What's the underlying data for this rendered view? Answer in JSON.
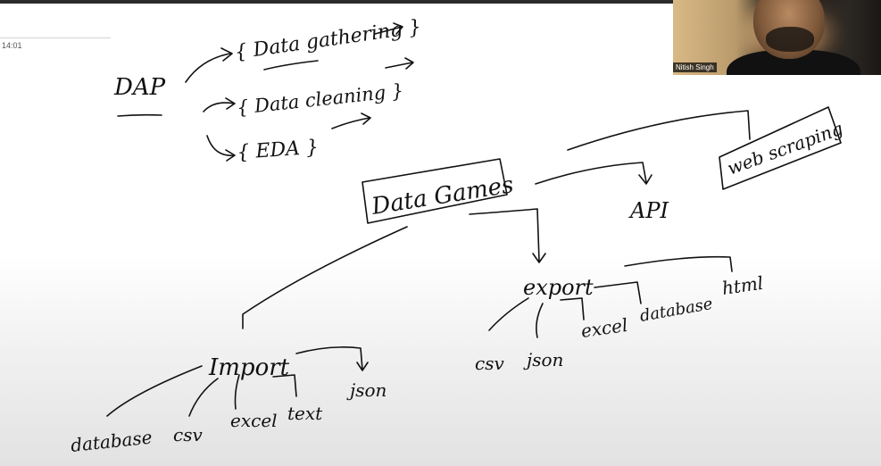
{
  "recording": {
    "timestamp": "14:01"
  },
  "video": {
    "participant_name": "Nitish Singh"
  },
  "whiteboard": {
    "dap": "DAP",
    "steps": [
      "{ Data gathering }",
      "{ Data cleaning }",
      "{ EDA }"
    ],
    "root": "Data Games",
    "api": "API",
    "webscraping": "web scraping",
    "import": "Import",
    "import_items": [
      "database",
      "csv",
      "excel",
      "text",
      "json"
    ],
    "export": "export",
    "export_items": [
      "csv",
      "json",
      "excel",
      "database",
      "html"
    ]
  }
}
